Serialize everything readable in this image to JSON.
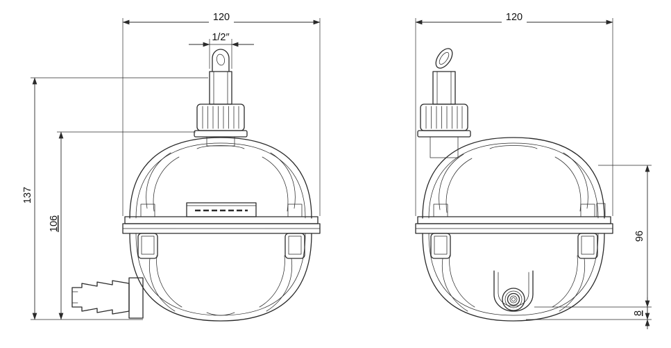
{
  "page": {
    "background": "#ffffff",
    "line_color": "#2a2a2a"
  },
  "dims": {
    "front_width": "120",
    "side_width": "120",
    "thread_size": "1/2″",
    "overall_height": "137",
    "body_height": "106",
    "side_height": "96",
    "outlet_offset": "8"
  }
}
